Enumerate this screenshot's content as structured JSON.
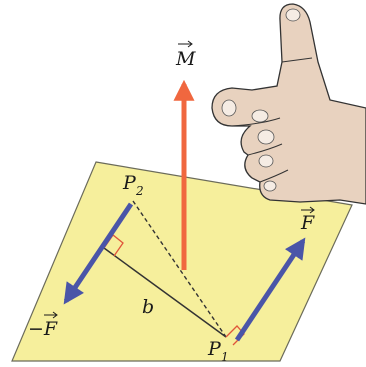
{
  "labels": {
    "moment": "M",
    "force": "F",
    "force_negative": "−F",
    "point_p2": "P",
    "point_p2_subscript": "2",
    "point_p1": "P",
    "point_p1_subscript": "1",
    "lever_arm": "b"
  },
  "colors": {
    "plane_fill": "#f6ef9c",
    "plane_stroke": "#6b6b5a",
    "force_arrow": "#4a55a8",
    "moment_arrow": "#f0673f",
    "line": "#333333"
  },
  "icons": {
    "hand": "thumbs-up-hand-icon"
  }
}
